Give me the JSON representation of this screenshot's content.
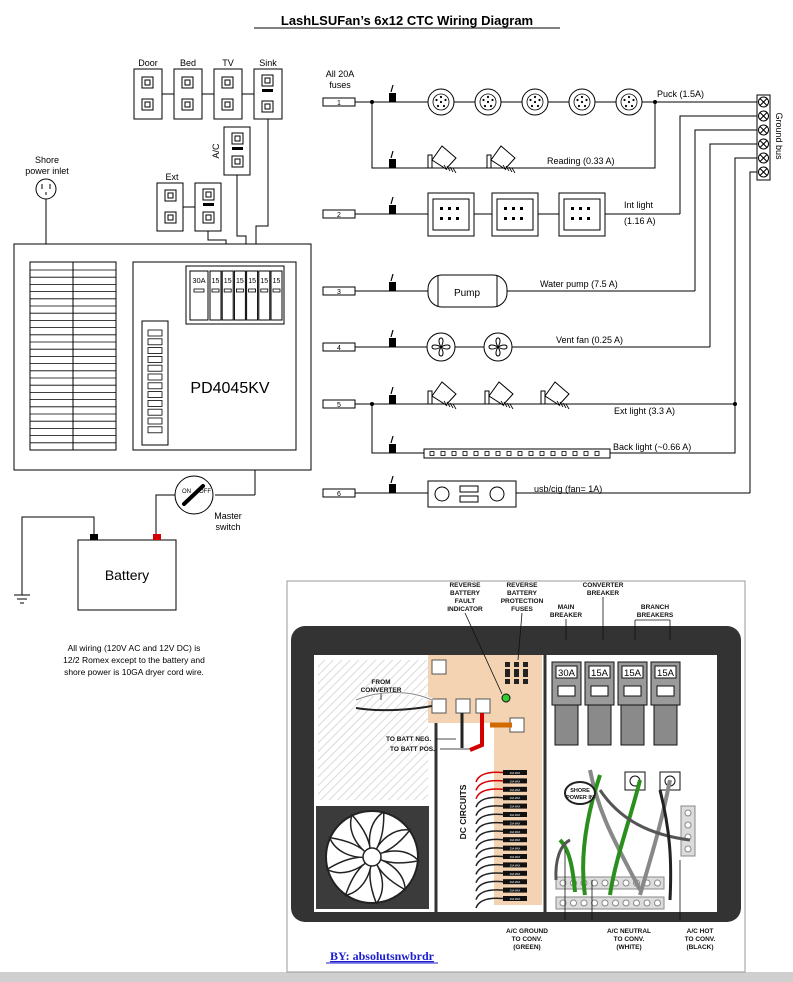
{
  "title": "LashLSUFan’s 6x12 CTC Wiring Diagram",
  "shore_inlet": {
    "line1": "Shore",
    "line2": "power inlet"
  },
  "outlets": {
    "door": "Door",
    "bed": "Bed",
    "tv": "TV",
    "sink": "Sink",
    "ac": "A/C",
    "ext": "Ext"
  },
  "panel": {
    "name": "PD4045KV",
    "main_breaker": "30A",
    "branch_breakers": [
      "15",
      "15",
      "15",
      "15",
      "15",
      "15"
    ]
  },
  "master_switch": {
    "on": "ON",
    "off": "OFF",
    "line1": "Master",
    "line2": "switch"
  },
  "battery": "Battery",
  "note": {
    "line1": "All wiring (120V AC and 12V DC) is",
    "line2": "12/2 Romex except to the battery and",
    "line3": "shore power is 10GA dryer cord wire."
  },
  "fuses": {
    "header_line1": "All 20A",
    "header_line2": "fuses",
    "numbers": [
      "1",
      "2",
      "3",
      "4",
      "5",
      "6"
    ]
  },
  "loads": {
    "puck": "Puck (1.5A)",
    "reading": "Reading (0.33 A)",
    "int_light_line1": "Int light",
    "int_light_line2": "(1.16 A)",
    "pump": "Pump",
    "water_pump": "Water pump (7.5 A)",
    "vent_fan": "Vent fan (0.25 A)",
    "ext_light": "Ext light (3.3 A)",
    "back_light": "Back light (~0.66 A)",
    "usb": "usb/cig (fan= 1A)"
  },
  "ground_bus": "Ground bus",
  "photo": {
    "labels": {
      "rbfi_1": "REVERSE",
      "rbfi_2": "BATTERY",
      "rbfi_3": "FAULT",
      "rbfi_4": "INDICATOR",
      "rbpf_1": "REVERSE",
      "rbpf_2": "BATTERY",
      "rbpf_3": "PROTECTION",
      "rbpf_4": "FUSES",
      "conv_1": "CONVERTER",
      "conv_2": "BREAKER",
      "main_1": "MAIN",
      "main_2": "BREAKER",
      "branch_1": "BRANCH",
      "branch_2": "BREAKERS",
      "from_conv_1": "FROM",
      "from_conv_2": "CONVERTER",
      "batt_neg": "TO BATT NEG.",
      "batt_pos": "TO BATT POS.",
      "dc_circuits": "DC CIRCUITS",
      "shore_1": "SHORE",
      "shore_2": "POWER IN",
      "gnd_1": "A/C GROUND",
      "gnd_2": "TO CONV.",
      "gnd_3": "(GREEN)",
      "neu_1": "A/C NEUTRAL",
      "neu_2": "TO CONV.",
      "neu_3": "(WHITE)",
      "hot_1": "A/C HOT",
      "hot_2": "TO CONV.",
      "hot_3": "(BLACK)"
    },
    "breakers": [
      "30A",
      "15A",
      "15A",
      "15A"
    ],
    "fuse_label": "20A MAX",
    "credit": "BY: absolutsnwbrdr"
  }
}
